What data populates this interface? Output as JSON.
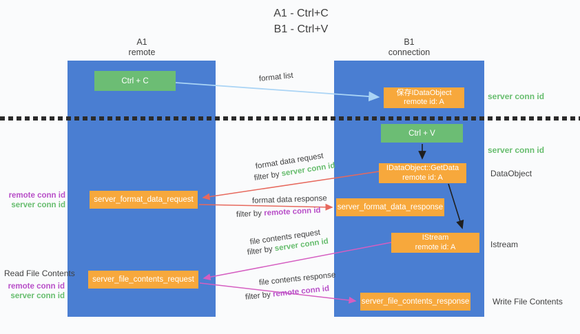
{
  "title": {
    "line1": "A1 - Ctrl+C",
    "line2": "B1 - Ctrl+V"
  },
  "lanes": {
    "left": {
      "name": "A1",
      "role": "remote"
    },
    "right": {
      "name": "B1",
      "role": "connection"
    }
  },
  "nodes": {
    "ctrl_c": {
      "label": "Ctrl + C"
    },
    "ctrl_v": {
      "label": "Ctrl + V"
    },
    "save_idataobject": {
      "line1": "保存IDataObject",
      "line2": "remote id: A"
    },
    "getdata": {
      "line1": "IDataObject::GetData",
      "line2": "remote id: A"
    },
    "istream": {
      "line1": "IStream",
      "line2": "remote id: A"
    },
    "server_format_data_request": {
      "label": "server_format_data_request"
    },
    "server_format_data_response": {
      "label": "server_format_data_response"
    },
    "server_file_contents_request": {
      "label": "server_file_contents_request"
    },
    "server_file_contents_response": {
      "label": "server_file_contents_response"
    }
  },
  "arrows": {
    "format_list": {
      "label": "format list"
    },
    "format_data_request": {
      "label": "format data request",
      "filter_prefix": "filter by ",
      "filter_key": "server conn id"
    },
    "format_data_response": {
      "label": "format data response",
      "filter_prefix": "filter by ",
      "filter_key": "remote conn id"
    },
    "file_contents_request": {
      "label": "file contents request",
      "filter_prefix": "filter by ",
      "filter_key": "server conn id"
    },
    "file_contents_response": {
      "label": "file contents response",
      "filter_prefix": "filter by ",
      "filter_key": "remote conn id"
    }
  },
  "side_labels": {
    "server_conn_id_top": "server conn id",
    "server_conn_id_mid": "server conn id",
    "dataobject": "DataObject",
    "istream": "Istream",
    "write_file_contents": "Write File Contents",
    "read_file_contents": "Read File Contents",
    "left_remote_conn_id_1": "remote conn id",
    "left_server_conn_id_1": "server conn id",
    "left_remote_conn_id_2": "remote conn id",
    "left_server_conn_id_2": "server conn id"
  },
  "colors": {
    "lane_blue": "#4a7ed2",
    "node_green": "#6cbd74",
    "node_orange": "#f7a83c",
    "text_green": "#67bd6e",
    "text_purple": "#b84fc8",
    "arrow_lightblue": "#aad4f5",
    "arrow_red": "#e7695d",
    "arrow_magenta": "#d55ec1",
    "arrow_black": "#1f1f1f"
  }
}
